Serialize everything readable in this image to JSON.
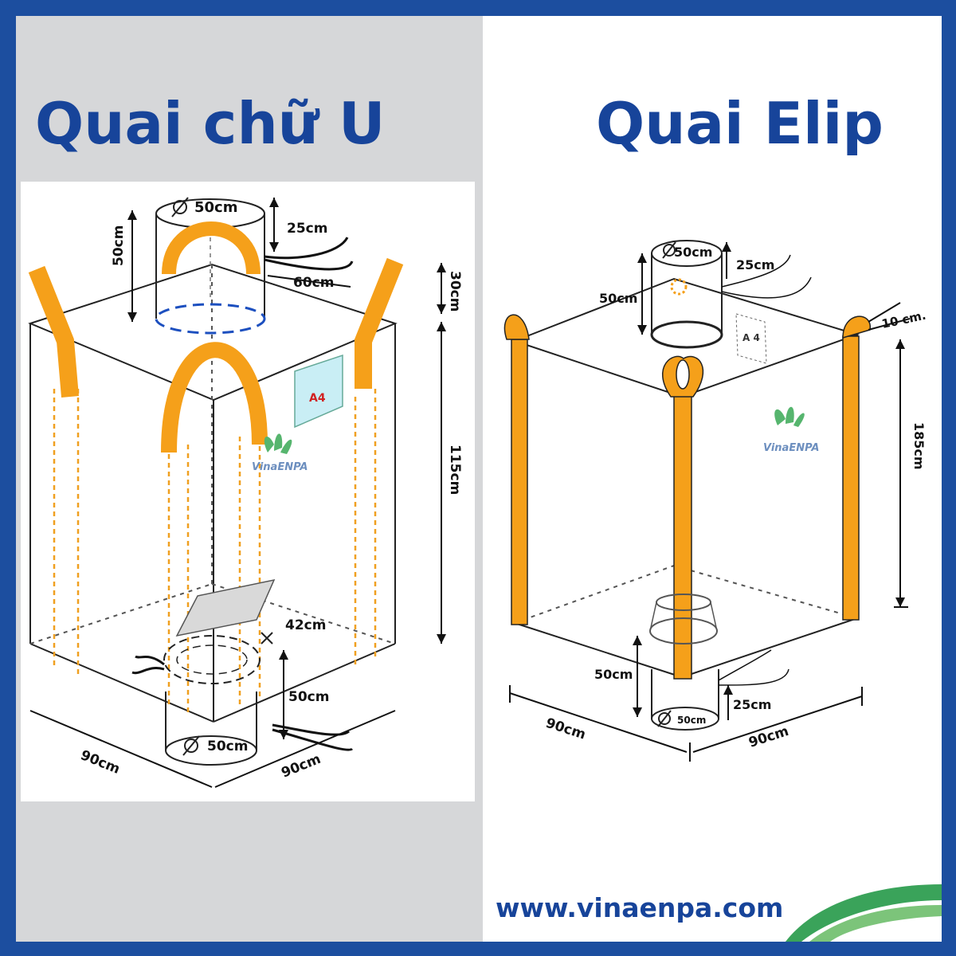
{
  "titles": {
    "left": "Quai chữ U",
    "right": "Quai Elip"
  },
  "left_diagram": {
    "top_spout_diameter": "50cm",
    "top_spout_height": "50cm",
    "tie_length": "25cm",
    "tie_width": "60cm",
    "top_height": "30cm",
    "body_height": "115cm",
    "bottom_cross": "42cm",
    "bottom_spout_height": "50cm",
    "bottom_spout_diameter": "50cm",
    "width_left": "90cm",
    "width_right": "90cm",
    "document_pocket": "A4",
    "brand": "VinaENPA"
  },
  "right_diagram": {
    "top_spout_diameter": "50cm",
    "tie_length": "25cm",
    "top_spout_height": "50cm",
    "loop_height": "10 cm.",
    "body_height": "185cm",
    "bottom_spout_height": "50cm",
    "bottom_tie_length": "25cm",
    "bottom_spout_diameter": "50cm",
    "width_left": "90cm",
    "width_right": "90cm",
    "document_pocket": "A 4",
    "brand": "VinaENPA"
  },
  "footer": {
    "website": "www.vinaenpa.com"
  },
  "colors": {
    "frame": "#1c4e9f",
    "title": "#17449a",
    "strap": "#f5a01a",
    "panel_grey": "#d6d7d9",
    "leaf": "#3aa35a"
  },
  "icons": [
    "diameter-icon",
    "leaf-logo-icon",
    "leaf-decoration-icon"
  ]
}
